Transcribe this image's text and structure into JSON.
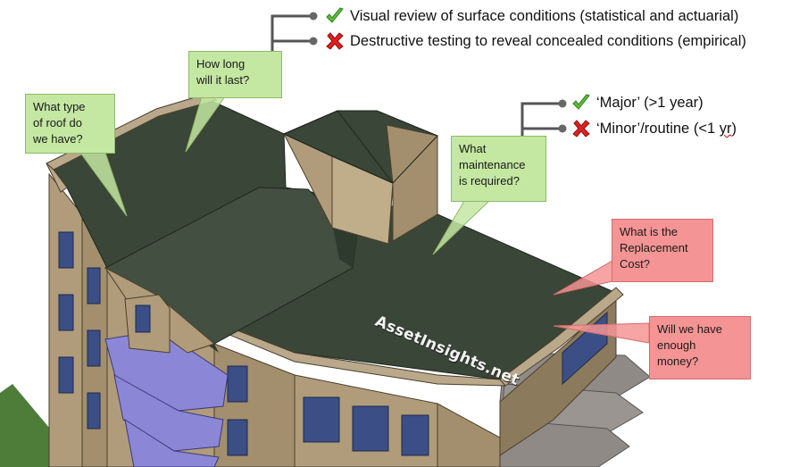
{
  "scene": {
    "watermark": "AssetInsights.net",
    "colors": {
      "roof": "#3a4638",
      "roof_dark": "#2f3a2e",
      "parapet_top": "#b9a88a",
      "wall": "#b09c7a",
      "wall_shade": "#8c7a5c",
      "glass": "#3b4f86",
      "balcony_purple": "#8b87d6",
      "balcony_grey": "#8f8a86",
      "grass": "#4e7d3a"
    }
  },
  "callouts": {
    "roof_type": {
      "text": "What type\nof roof do\nwe have?",
      "tone": "green"
    },
    "how_long": {
      "text": "How long\nwill it last?",
      "tone": "green"
    },
    "maintenance": {
      "text": "What\nmaintenance\nis required?",
      "tone": "green"
    },
    "replacement": {
      "text": "What is the\nReplacement\nCost?",
      "tone": "red"
    },
    "money": {
      "text": "Will we have\nenough\nmoney?",
      "tone": "red"
    }
  },
  "options": {
    "life": [
      {
        "label": "Visual review of surface conditions (statistical and actuarial)",
        "status": "check"
      },
      {
        "label": "Destructive testing to reveal concealed conditions (empirical)",
        "status": "cross"
      }
    ],
    "maintenance": [
      {
        "label": "‘Major’ (>1 year)",
        "status": "check"
      },
      {
        "label_main": "‘Minor’/routine (<1 ",
        "label_flag": "yr",
        "label_end": ")",
        "status": "cross"
      }
    ]
  },
  "icons": {
    "check": "check-icon",
    "cross": "cross-icon",
    "bullet": "bullet-dot-icon"
  }
}
